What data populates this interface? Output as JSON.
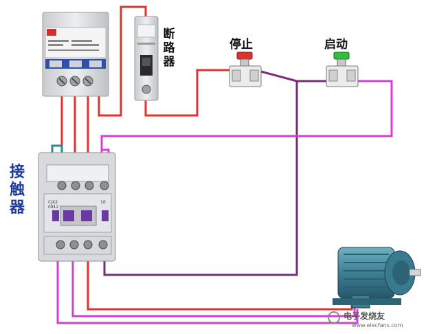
{
  "labels": {
    "breaker": [
      "断",
      "路",
      "器"
    ],
    "contactor": [
      "接",
      "触",
      "器"
    ],
    "stop": "停止",
    "start": "启动"
  },
  "contactor_model": [
    "CJX2",
    "0912"
  ],
  "contactor_aux": "10",
  "watermark": "电子发烧友",
  "watermark_url": "www.elecfans.com",
  "colors": {
    "wire_red": "#e0322e",
    "wire_magenta": "#d63fd6",
    "wire_purple": "#7a2a7a",
    "wire_teal": "#2d8c8a",
    "stop_button": "#e23030",
    "start_button": "#2fbf3a",
    "contactor_body": "#d7d9dc",
    "motor": "#3e7f94",
    "breaker_body": "#e6e7e9",
    "label_blue": "#1e3a9c"
  }
}
